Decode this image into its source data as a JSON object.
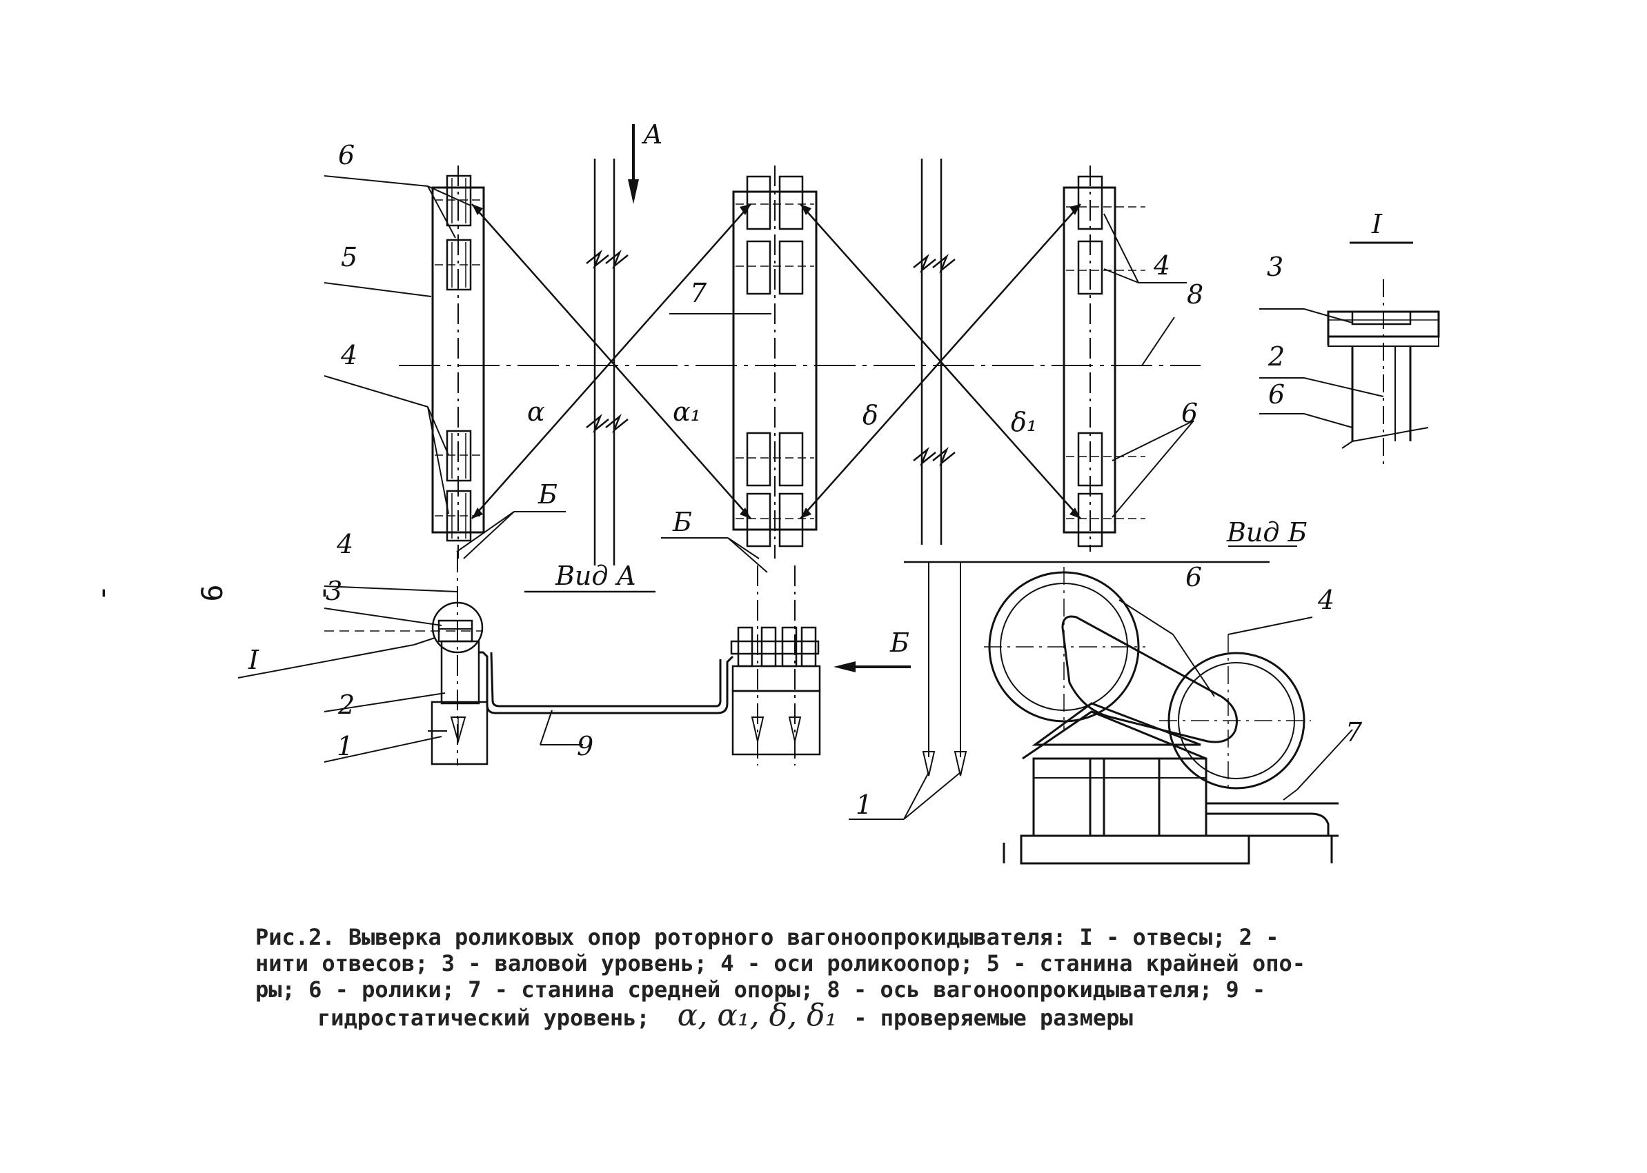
{
  "page_number": "- 6 -",
  "labels": {
    "view_arrow_a": "А",
    "view_arrow_b": "Б",
    "view_a_title": "Вид А",
    "view_b_title": "Вид Б",
    "detail_mark": "I",
    "detail_title": "I",
    "axis_8": "8",
    "frame_5": "5",
    "frame_7": "7",
    "roller_6_top_left": "6",
    "roller_6_right": "6",
    "roller_6_viewb": "6",
    "axis_4_left": "4",
    "axis_4_right": "4",
    "axis_4_viewa": "4",
    "axis_4_viewb": "4",
    "level_3_viewa": "3",
    "thread_2_viewa": "2",
    "plumb_1_viewa": "1",
    "hydro_9": "9",
    "plumb_1_viewb": "1",
    "frame_7_viewb": "7",
    "b_mark_left": "Б",
    "b_mark_mid": "Б",
    "detail_3": "3",
    "detail_2": "2",
    "detail_6": "6",
    "dim_a": "α",
    "dim_a1": "α₁",
    "dim_b": "δ",
    "dim_b1": "δ₁"
  },
  "caption": {
    "line1": "Рис.2. Выверка роликовых опор роторного вагоноопрокидывателя: I - отвесы; 2 -",
    "line2": "нити отвесов; 3 - валовой уровень; 4 - оси роликоопор; 5 - станина крайней опо-",
    "line3": "ры; 6 - ролики; 7 - станина средней опоры; 8 - ось вагоноопрокидывателя; 9 -",
    "line4_text": "гидростатический уровень;",
    "line4_symbols": "α, α₁, δ, δ₁",
    "line4_end": "- проверяемые размеры"
  }
}
